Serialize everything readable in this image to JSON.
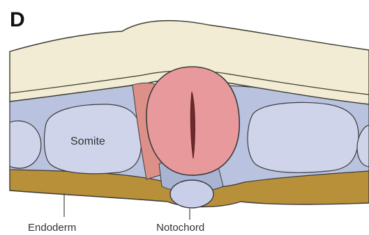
{
  "panel": "D",
  "labels": {
    "somite": "Somite",
    "endoderm": "Endoderm",
    "notochord": "Notochord"
  },
  "colors": {
    "ectoderm": "#f1ecd3",
    "ectoderm_edge": "#3a3a30",
    "mesoderm": "#b9c2df",
    "somite": "#cfd4ea",
    "neural_tube": "#e8999b",
    "neural_crest": "#dc9088",
    "endoderm": "#b8903a",
    "notochord": "#c9cfe8",
    "outline": "#3b3b3b"
  }
}
